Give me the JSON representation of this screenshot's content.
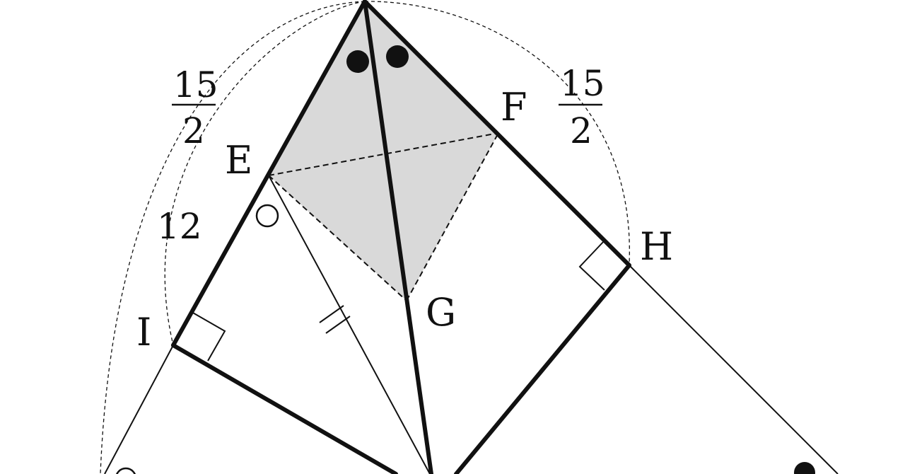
{
  "points": {
    "E": "E",
    "F": "F",
    "G": "G",
    "H": "H",
    "I": "I"
  },
  "lengths": {
    "left_upper_num": "15",
    "left_upper_den": "2",
    "right_upper_num": "15",
    "right_upper_den": "2",
    "left_lower": "12"
  },
  "colors": {
    "line": "#111111",
    "shade": "#d9d9d9",
    "background": "#ffffff"
  }
}
